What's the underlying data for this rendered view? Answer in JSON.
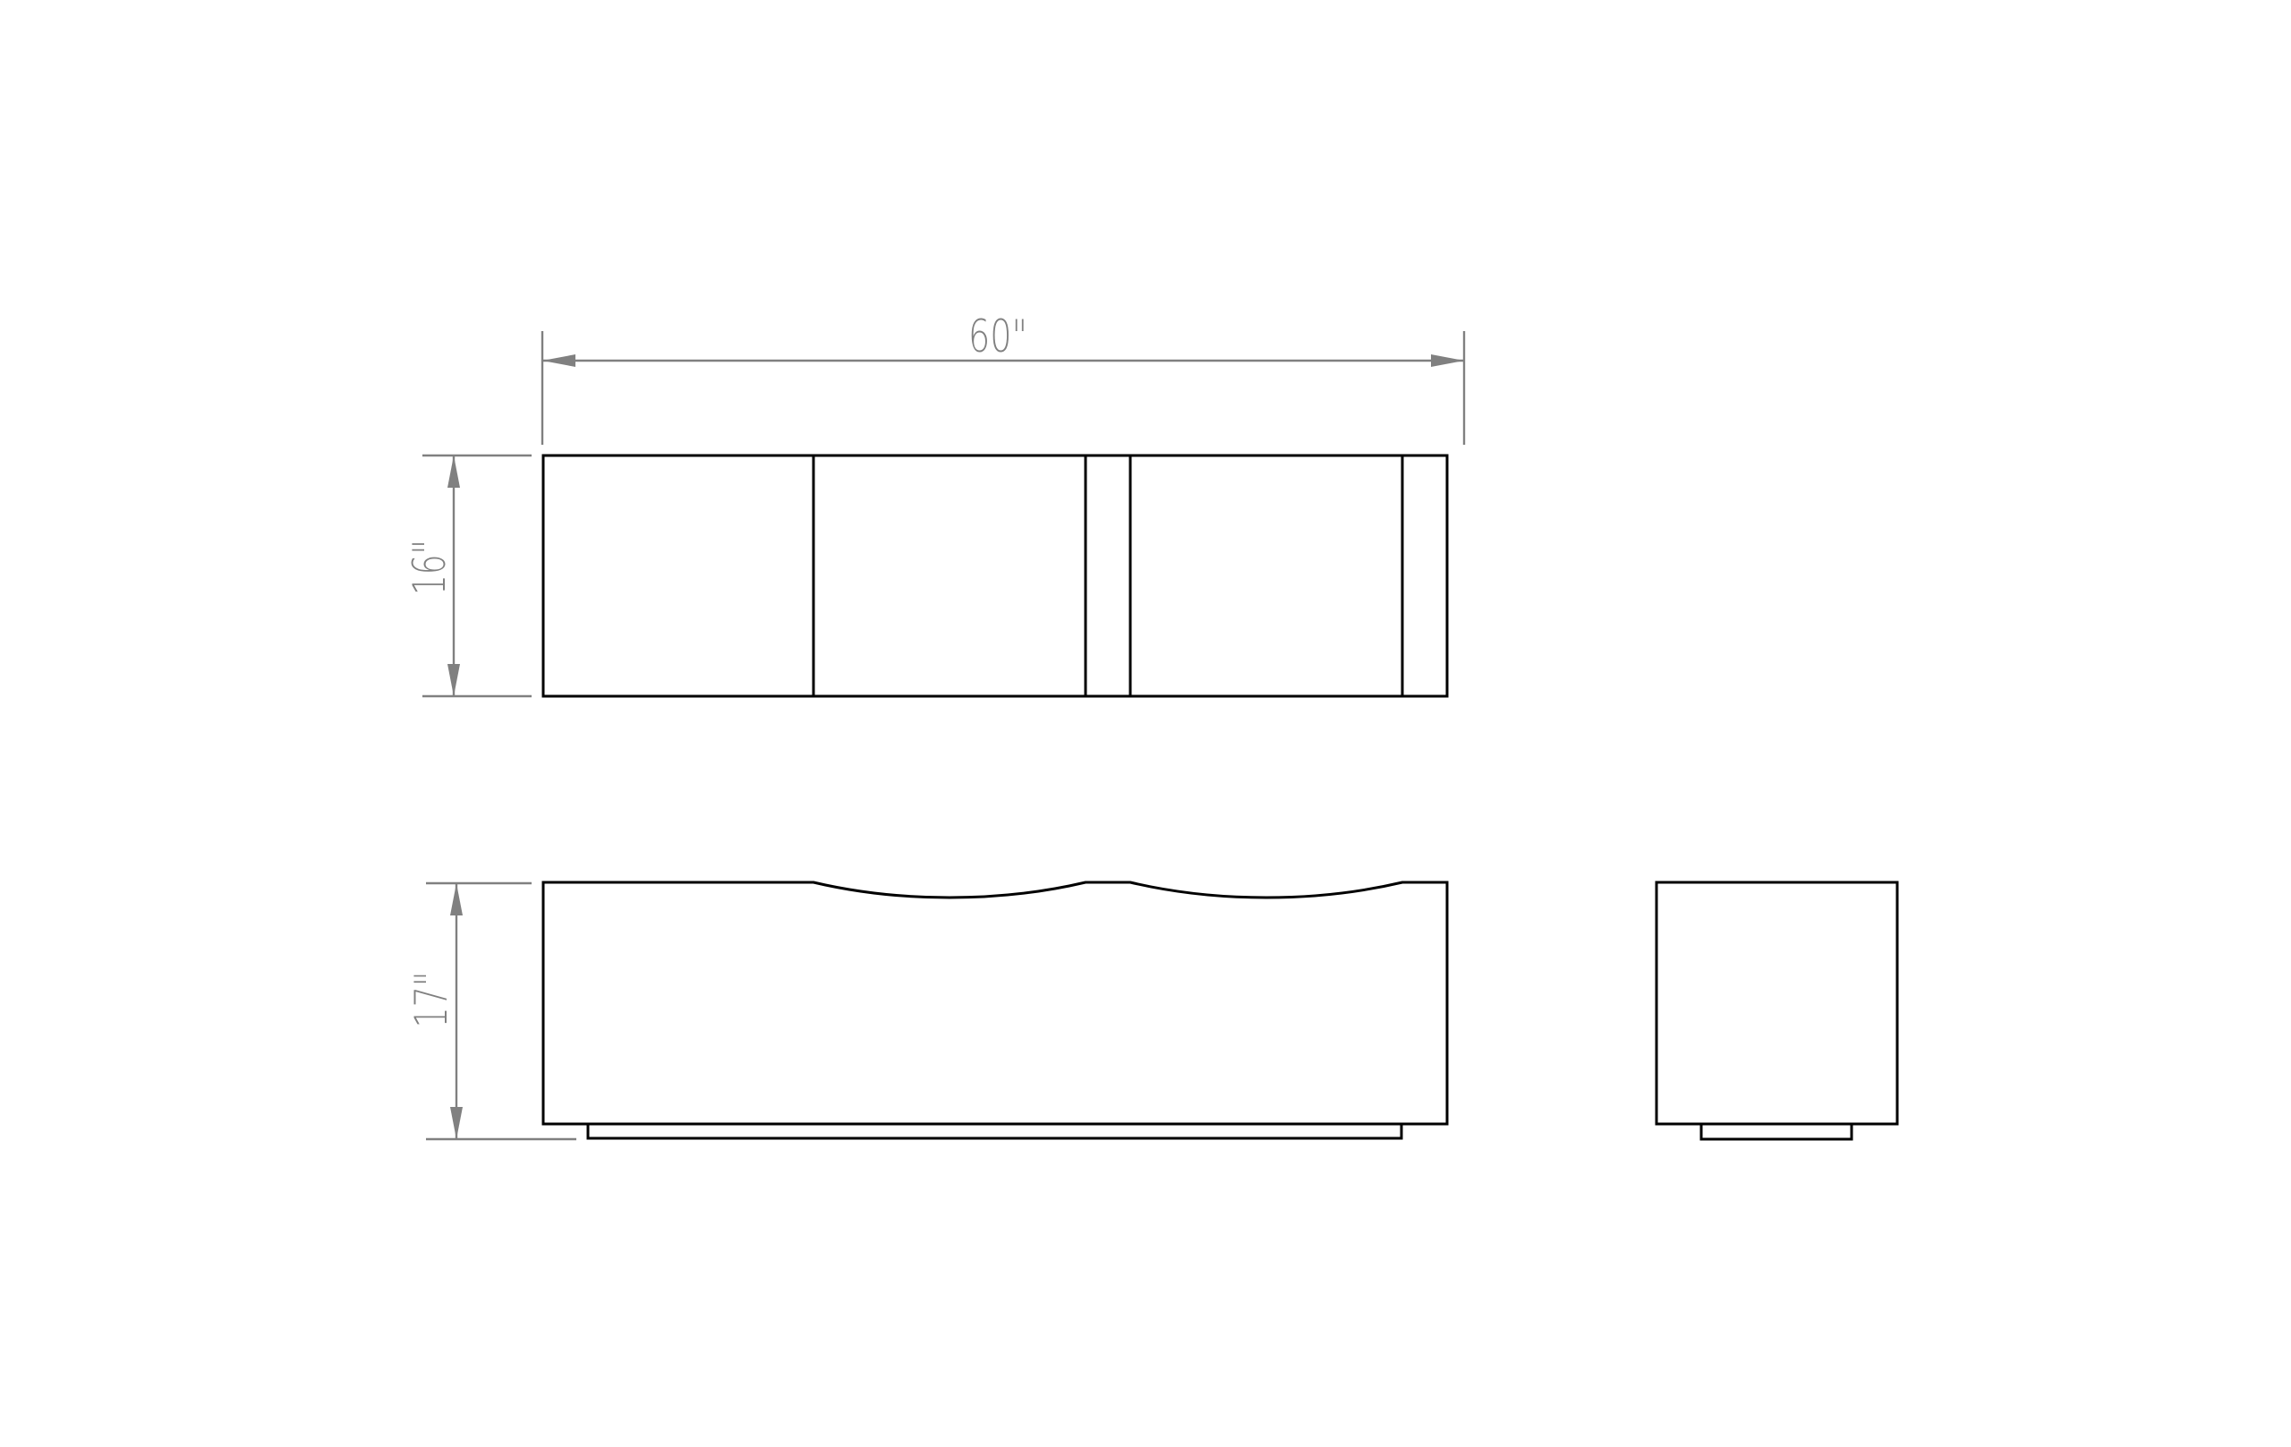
{
  "drawing": {
    "type": "orthographic furniture drawing",
    "views": [
      "top-view",
      "front-view",
      "side-view"
    ],
    "colors": {
      "object_line": "#000000",
      "dimension_line": "#808080",
      "background": "#ffffff"
    }
  },
  "dimensions": {
    "width": {
      "label": "60\"",
      "value": 60,
      "unit": "in"
    },
    "depth": {
      "label": "16\"",
      "value": 16,
      "unit": "in"
    },
    "height": {
      "label": "17\"",
      "value": 17,
      "unit": "in"
    }
  }
}
